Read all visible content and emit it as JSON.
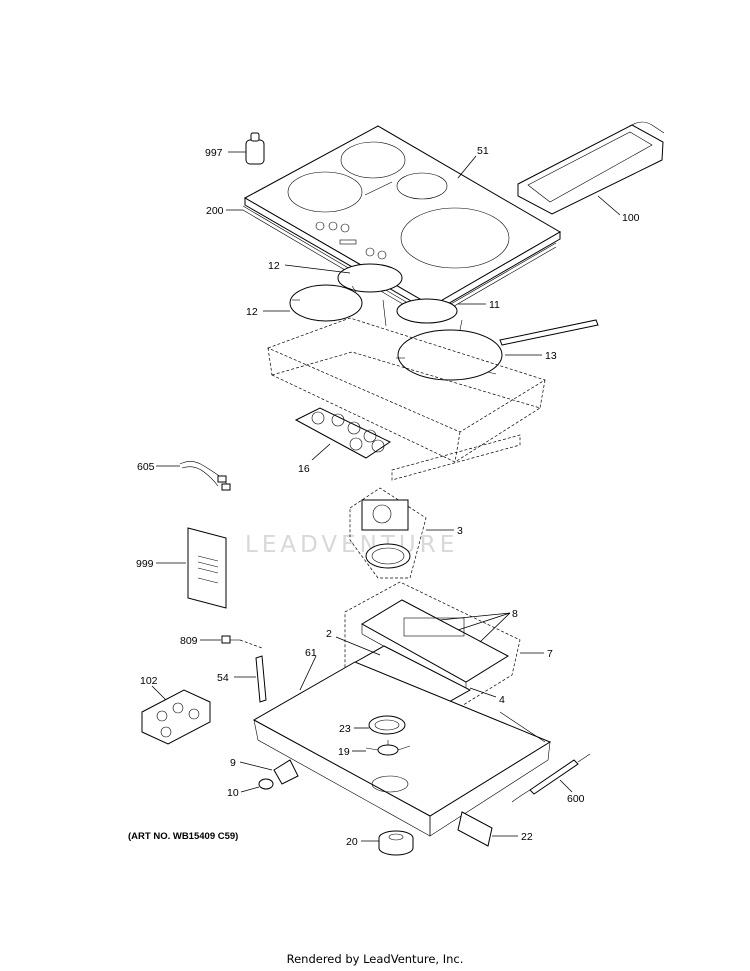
{
  "watermark": "LEADVENTURE",
  "art_number": "(ART NO. WB15409 C59)",
  "footer": "Rendered by LeadVenture, Inc.",
  "callouts": {
    "c997": "997",
    "c51": "51",
    "c200": "200",
    "c100": "100",
    "c12a": "12",
    "c12b": "12",
    "c11": "11",
    "c13": "13",
    "c16": "16",
    "c605": "605",
    "c3": "3",
    "c999": "999",
    "c8": "8",
    "c2": "2",
    "c7": "7",
    "c809": "809",
    "c61": "61",
    "c54": "54",
    "c4": "4",
    "c102": "102",
    "c23": "23",
    "c19": "19",
    "c9": "9",
    "c10": "10",
    "c600": "600",
    "c20": "20",
    "c22": "22"
  }
}
